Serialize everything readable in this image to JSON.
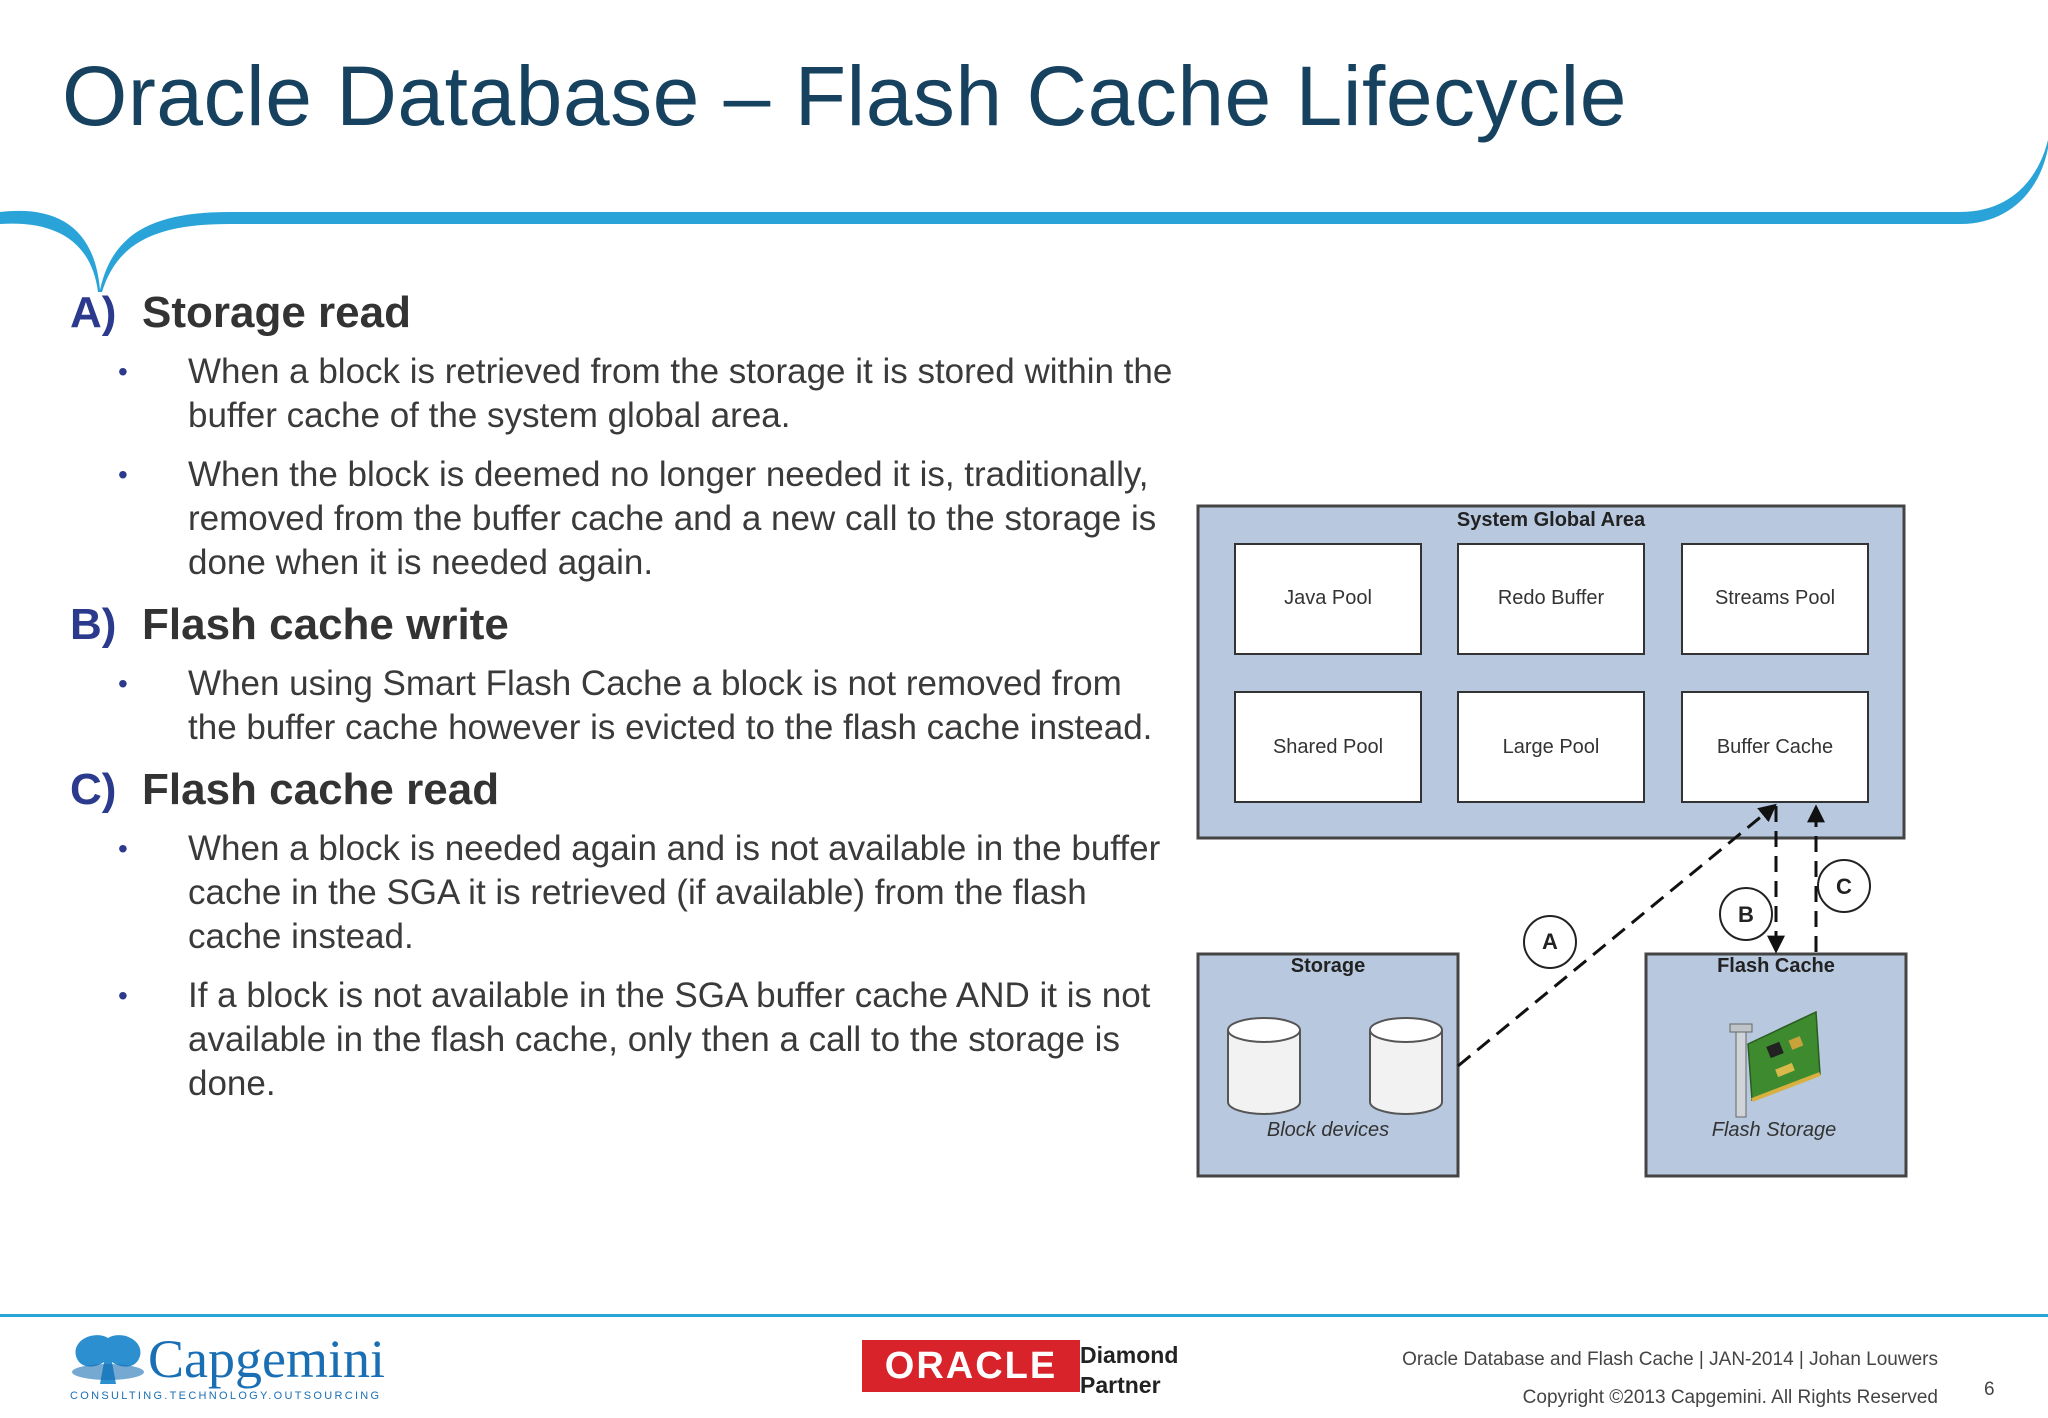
{
  "slide": {
    "title": "Oracle Database – Flash Cache Lifecycle"
  },
  "sections": [
    {
      "letter": "A)",
      "title": "Storage read",
      "bullets": [
        "When a block is retrieved from the storage it is stored within the buffer cache of the system global area.",
        "When the block is deemed no longer needed it is, traditionally, removed from the buffer cache and a new call to the storage is done when it is needed again."
      ]
    },
    {
      "letter": "B)",
      "title": "Flash cache write",
      "bullets": [
        "When using Smart Flash Cache a block is not removed from the buffer cache however is evicted to the flash cache instead."
      ]
    },
    {
      "letter": "C)",
      "title": "Flash cache read",
      "bullets": [
        "When a block is needed again and is not available in the buffer cache in the SGA it is retrieved (if available) from the flash cache instead.",
        "If a block is not available in the SGA buffer cache AND it is not available in the flash cache, only then a call to the storage is done."
      ]
    }
  ],
  "diagram": {
    "sga_label": "System Global Area",
    "pools": [
      "Java Pool",
      "Redo Buffer",
      "Streams Pool",
      "Shared Pool",
      "Large Pool",
      "Buffer Cache"
    ],
    "storage_label": "Storage",
    "storage_caption": "Block devices",
    "flash_label": "Flash Cache",
    "flash_caption": "Flash Storage",
    "markers": [
      "A",
      "B",
      "C"
    ],
    "colors": {
      "box_fill": "#b8c9df",
      "box_stroke": "#444444"
    }
  },
  "footer": {
    "capgemini": "Capgemini",
    "capgemini_tagline": "CONSULTING.TECHNOLOGY.OUTSOURCING",
    "oracle": "ORACLE",
    "partner_line1": "Diamond",
    "partner_line2": "Partner",
    "doc_info": "Oracle Database and  Flash Cache | JAN-2014 | Johan Louwers",
    "copyright": "Copyright ©2013 Capgemini. All Rights Reserved",
    "page": "6"
  }
}
